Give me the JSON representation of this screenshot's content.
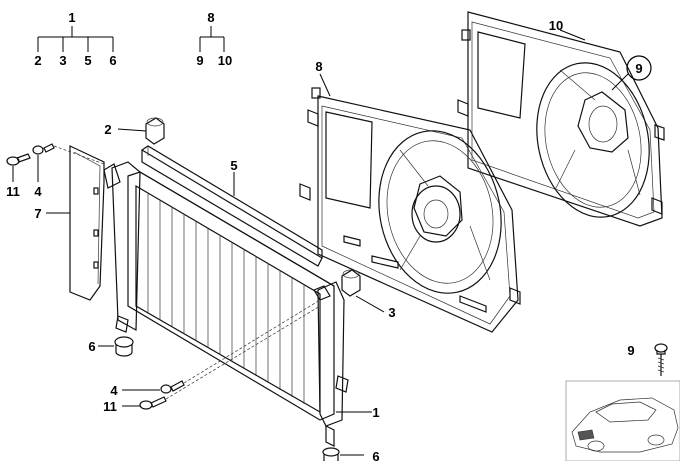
{
  "diagram": {
    "callouts": {
      "top_group_1": "1",
      "top_group_1_children": [
        "2",
        "3",
        "5",
        "6"
      ],
      "top_group_8": "8",
      "top_group_8_children": [
        "9",
        "10"
      ],
      "frame_8": "8",
      "frame_10": "10",
      "circled_9": "9",
      "bracket_2": "2",
      "bolt_11_top": "11",
      "washer_4_top": "4",
      "deflector_7": "7",
      "seal_5": "5",
      "mount_3": "3",
      "grommet_6_left": "6",
      "washer_4_bottom": "4",
      "bolt_11_bottom": "11",
      "radiator_1": "1",
      "grommet_6_bottom": "6",
      "inset_screw_9": "9"
    }
  }
}
